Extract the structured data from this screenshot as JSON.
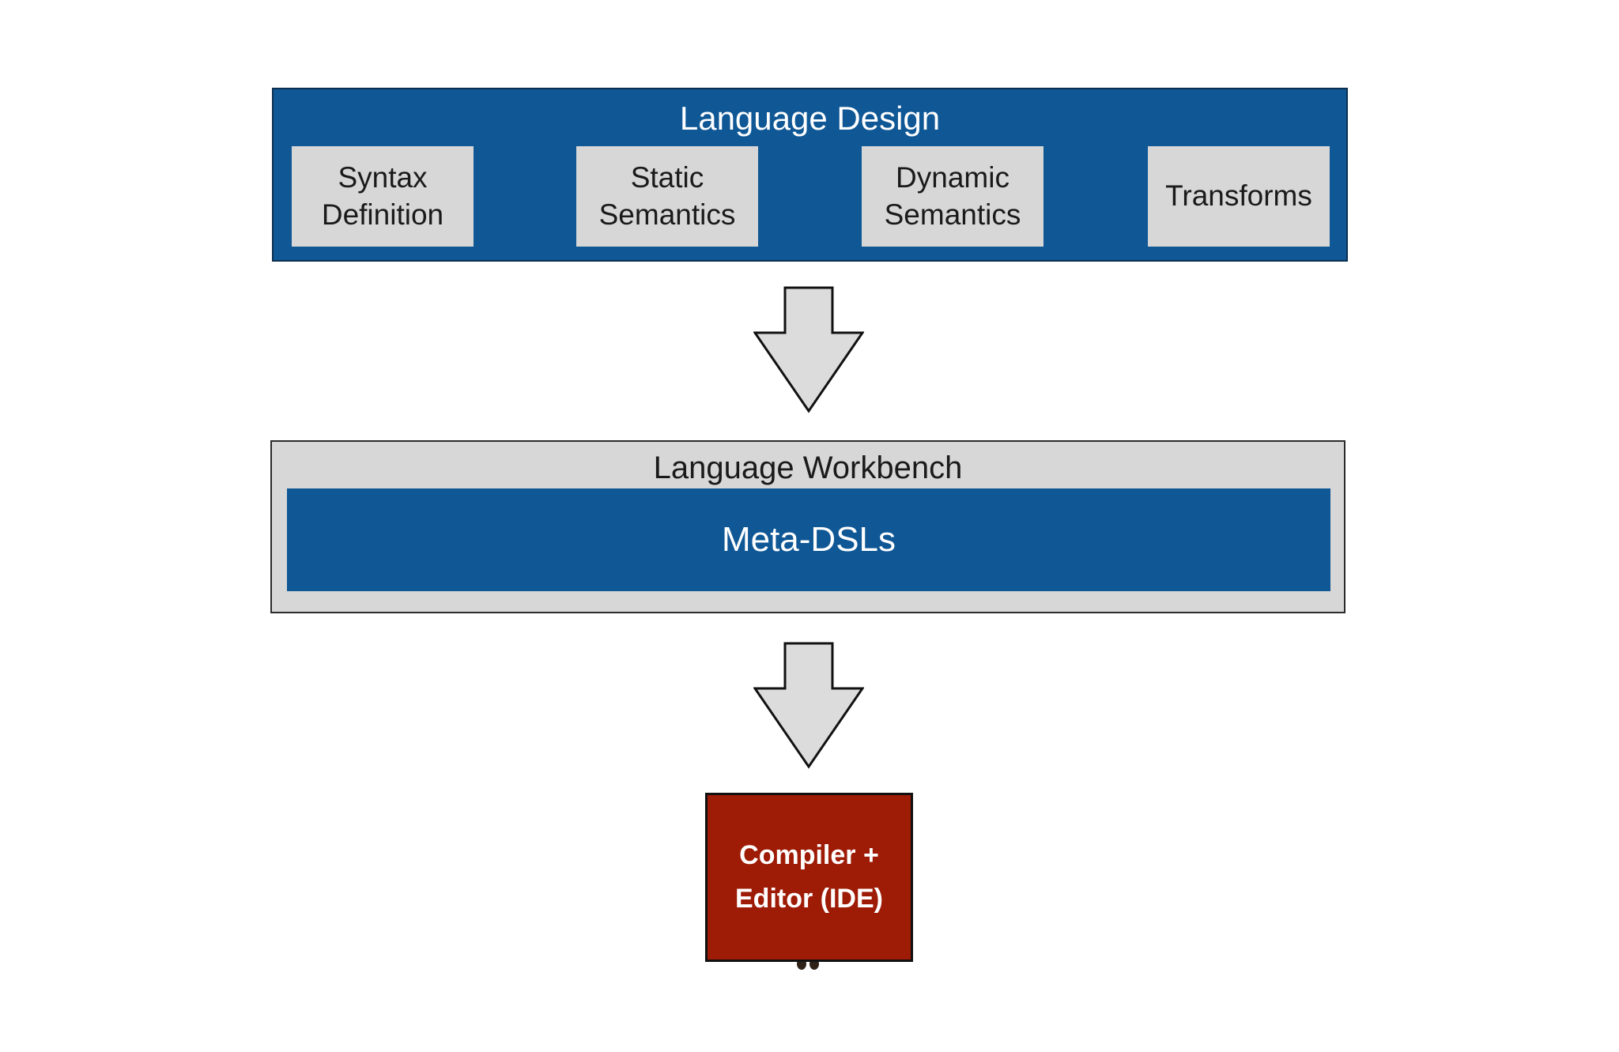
{
  "colors": {
    "blue": "#0f5795",
    "panel_gray": "#d7d7d7",
    "arrow_gray": "#dcdcdc",
    "red": "#9e1b06",
    "dark_text": "#1a1a1a",
    "white_text": "#ffffff"
  },
  "language_design": {
    "title": "Language Design",
    "items": [
      {
        "label": "Syntax Definition"
      },
      {
        "label": "Static Semantics"
      },
      {
        "label": "Dynamic Semantics"
      },
      {
        "label": "Transforms"
      }
    ]
  },
  "workbench": {
    "title": "Language Workbench",
    "meta_label": "Meta-DSLs"
  },
  "compiler_box": {
    "lines": [
      "Compiler +",
      "Editor (IDE)"
    ]
  }
}
